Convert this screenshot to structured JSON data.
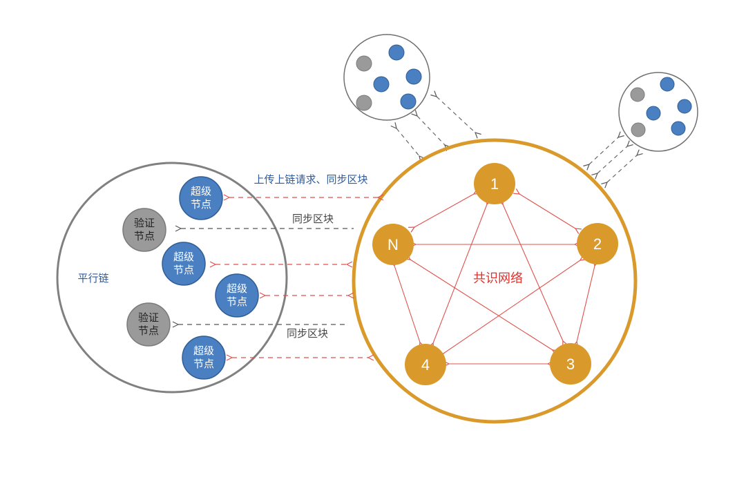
{
  "colors": {
    "super_node": "#4a7fc1",
    "validator_node": "#9a9a9a",
    "consensus_node": "#d99a2b",
    "consensus_ring": "#d99a2b",
    "parachain_ring": "#808080",
    "red_arrow": "#e0504a",
    "gray_arrow": "#555555",
    "blue_text": "#2c5aa0",
    "red_text": "#e0302a",
    "dark_text": "#444444"
  },
  "parachain": {
    "label": "平行链",
    "nodes": [
      {
        "type": "super",
        "line1": "超级",
        "line2": "节点"
      },
      {
        "type": "validator",
        "line1": "验证",
        "line2": "节点"
      },
      {
        "type": "super",
        "line1": "超级",
        "line2": "节点"
      },
      {
        "type": "super",
        "line1": "超级",
        "line2": "节点"
      },
      {
        "type": "validator",
        "line1": "验证",
        "line2": "节点"
      },
      {
        "type": "super",
        "line1": "超级",
        "line2": "节点"
      }
    ]
  },
  "links": {
    "upload_request": "上传上链请求、同步区块",
    "sync_block_1": "同步区块",
    "sync_block_2": "同步区块"
  },
  "consensus": {
    "label": "共识网络",
    "nodes": [
      "1",
      "2",
      "3",
      "4",
      "N"
    ]
  }
}
